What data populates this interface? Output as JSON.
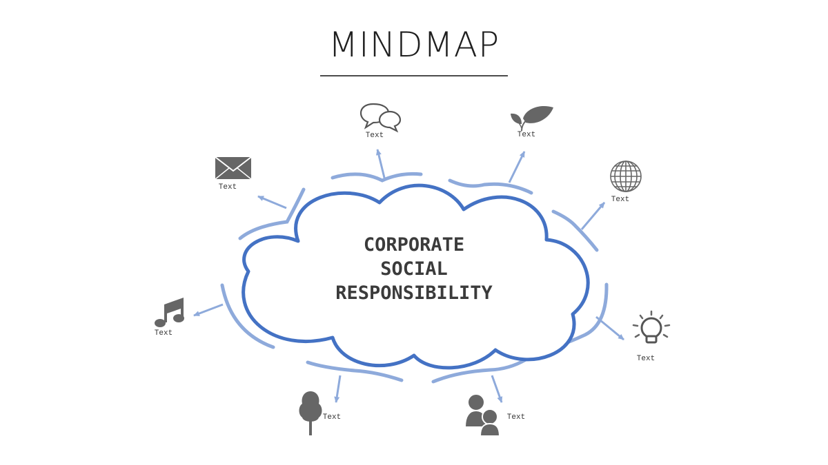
{
  "title": "MINDMAP",
  "center": {
    "line1": "CORPORATE",
    "line2": "SOCIAL",
    "line3": "RESPONSIBILITY"
  },
  "colors": {
    "cloud_stroke": "#4472c4",
    "arc_stroke": "#8eaadb",
    "arrow": "#8eaadb",
    "icon_fill": "#666666",
    "text": "#3b3b3b"
  },
  "nodes": [
    {
      "id": "chat",
      "icon": "speech-bubbles-icon",
      "label": "Text"
    },
    {
      "id": "leaf",
      "icon": "leaf-icon",
      "label": "Text"
    },
    {
      "id": "globe",
      "icon": "globe-icon",
      "label": "Text"
    },
    {
      "id": "bulb",
      "icon": "lightbulb-icon",
      "label": "Text"
    },
    {
      "id": "people",
      "icon": "people-icon",
      "label": "Text"
    },
    {
      "id": "tree",
      "icon": "tree-icon",
      "label": "Text"
    },
    {
      "id": "music",
      "icon": "music-note-icon",
      "label": "Text"
    },
    {
      "id": "mail",
      "icon": "envelope-icon",
      "label": "Text"
    }
  ]
}
